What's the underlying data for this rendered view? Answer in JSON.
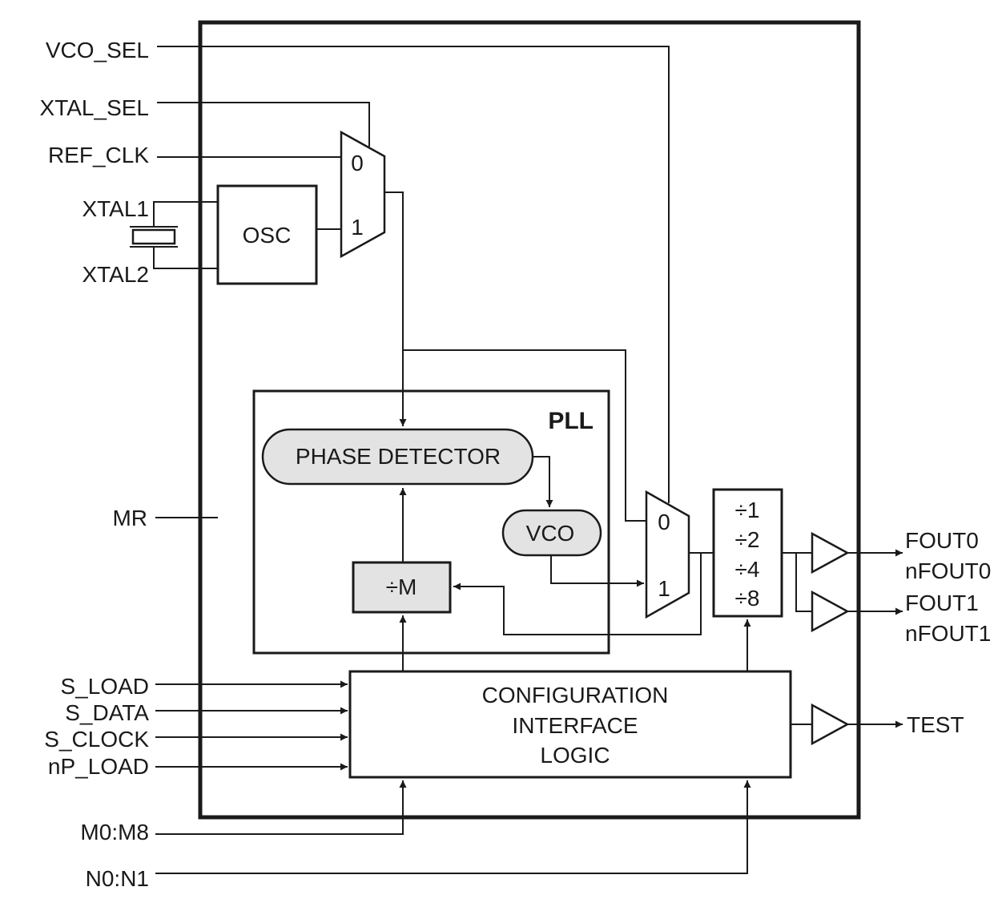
{
  "inputs": {
    "vco_sel": "VCO_SEL",
    "xtal_sel": "XTAL_SEL",
    "ref_clk": "REF_CLK",
    "xtal1": "XTAL1",
    "xtal2": "XTAL2",
    "mr": "MR",
    "s_load": "S_LOAD",
    "s_data": "S_DATA",
    "s_clock": "S_CLOCK",
    "np_load": "nP_LOAD",
    "m0_m8": "M0:M8",
    "n0_n1": "N0:N1"
  },
  "outputs": {
    "fout0": "FOUT0",
    "nfout0": "nFOUT0",
    "fout1": "FOUT1",
    "nfout1": "nFOUT1",
    "test": "TEST"
  },
  "blocks": {
    "osc": "OSC",
    "pll": "PLL",
    "phase_detector": "PHASE DETECTOR",
    "vco": "VCO",
    "div_m": "÷M",
    "mux_in0": "0",
    "mux_in1": "1",
    "dividers": [
      "÷1",
      "÷2",
      "÷4",
      "÷8"
    ],
    "config_logic": [
      "CONFIGURATION",
      "INTERFACE",
      "LOGIC"
    ]
  }
}
